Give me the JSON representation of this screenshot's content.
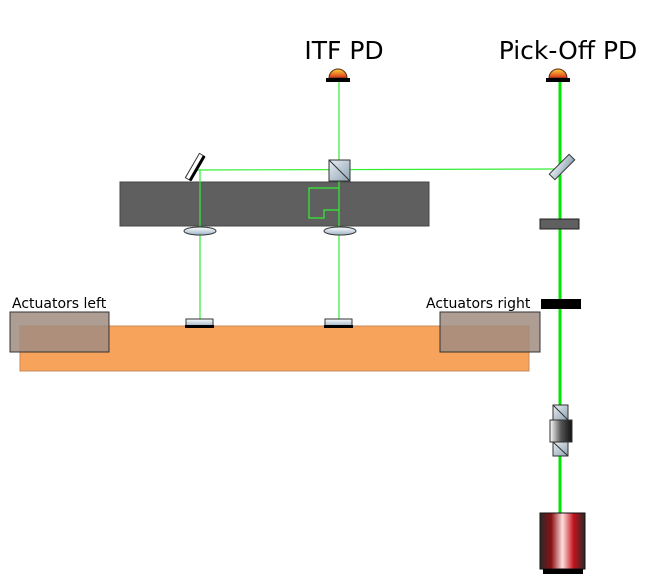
{
  "labels": {
    "itf_pd": "ITF PD",
    "pick_off_pd": "Pick-Off PD",
    "actuators_left": "Actuators left",
    "actuators_right": "Actuators right"
  },
  "colors": {
    "beam": "#33ee33",
    "beam_bright": "#00e600",
    "optical_bench": "#5f5f5f",
    "actuator_plate": "#f7a35c",
    "actuator_block": "#a08c80",
    "photodiode": "#e87b1e"
  },
  "components": [
    "photodiode-icon",
    "beam-splitter-icon",
    "mirror-icon",
    "lens-icon",
    "isolator-icon",
    "laser-source-icon"
  ]
}
